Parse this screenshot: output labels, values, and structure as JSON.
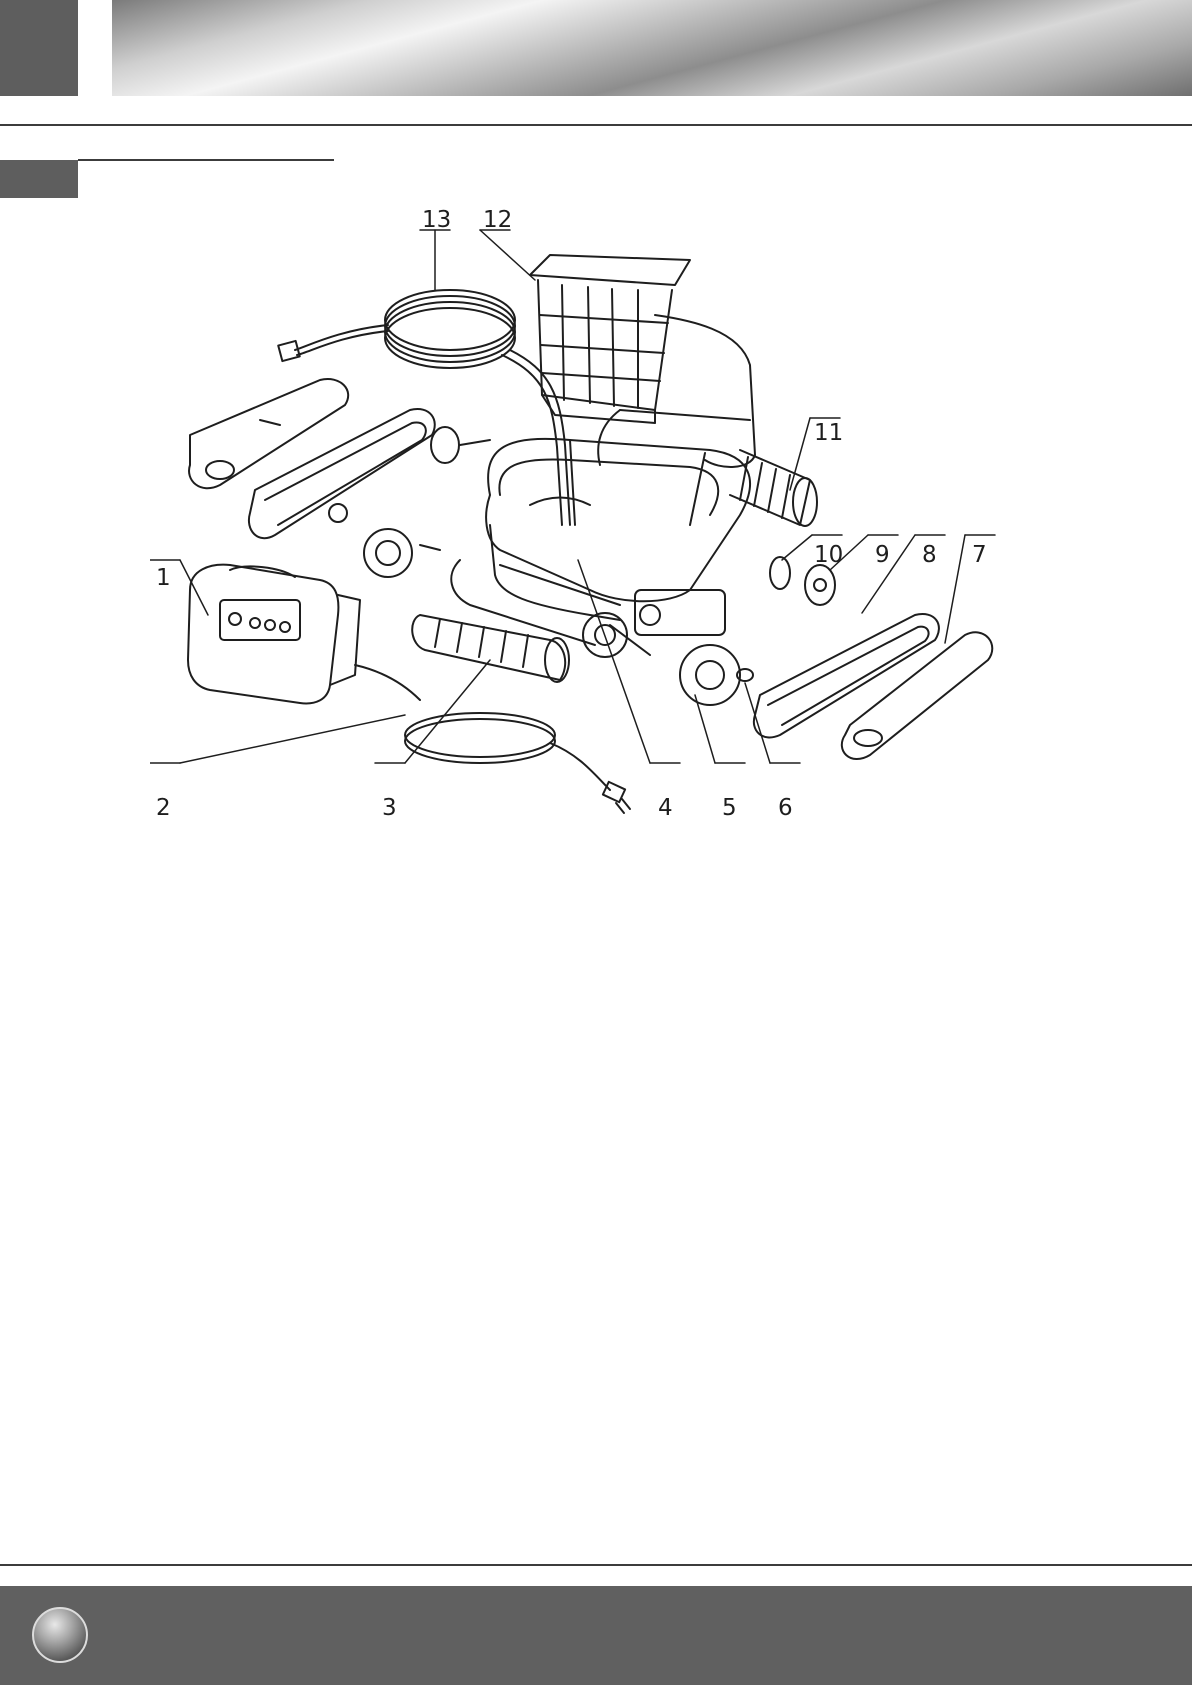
{
  "page": {
    "colors": {
      "header_tab": "#5e5e5e",
      "footer_bar": "#606060",
      "rule": "#3c3c3c",
      "line_art": "#1e1e1e"
    }
  },
  "diagram": {
    "callouts": [
      {
        "number": "1"
      },
      {
        "number": "2"
      },
      {
        "number": "3"
      },
      {
        "number": "4"
      },
      {
        "number": "5"
      },
      {
        "number": "6"
      },
      {
        "number": "7"
      },
      {
        "number": "8"
      },
      {
        "number": "9"
      },
      {
        "number": "10"
      },
      {
        "number": "11"
      },
      {
        "number": "12"
      },
      {
        "number": "13"
      }
    ]
  }
}
